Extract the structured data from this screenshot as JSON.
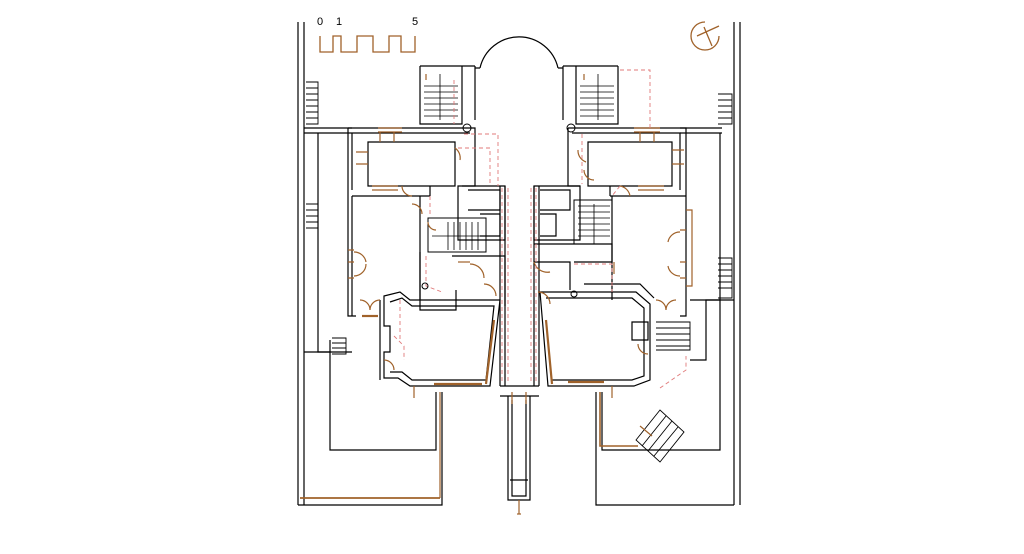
{
  "drawing": {
    "scale_bar": {
      "ticks": [
        "0",
        "1",
        "5"
      ],
      "color": "#a0622a"
    },
    "north_arrow": {
      "icon": "north-arrow-icon",
      "color": "#a0622a"
    },
    "colors": {
      "walls": "#000000",
      "doors_windows": "#a0622a",
      "services_dashed": "#e07a7a"
    }
  }
}
